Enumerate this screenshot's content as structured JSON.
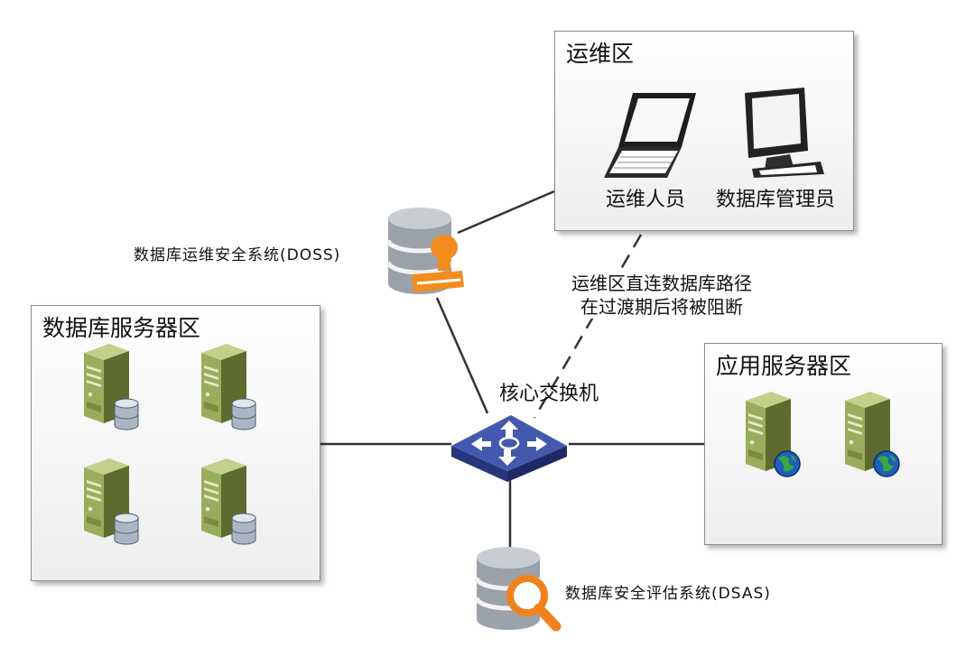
{
  "zones": {
    "ops": {
      "title": "运维区",
      "members": [
        "运维人员",
        "数据库管理员"
      ]
    },
    "db_servers": {
      "title": "数据库服务器区"
    },
    "app_servers": {
      "title": "应用服务器区"
    }
  },
  "nodes": {
    "switch": "核心交换机",
    "doss": "数据库运维安全系统(DOSS)",
    "dsas": "数据库安全评估系统(DSAS)"
  },
  "note": {
    "line1": "运维区直连数据库路径",
    "line2": "在过渡期后将被阻断"
  },
  "colors": {
    "server_green": "#9aad5c",
    "switch_blue": "#3d55a8",
    "stamp_orange": "#f28c1e",
    "magnifier_orange": "#f0821e"
  }
}
